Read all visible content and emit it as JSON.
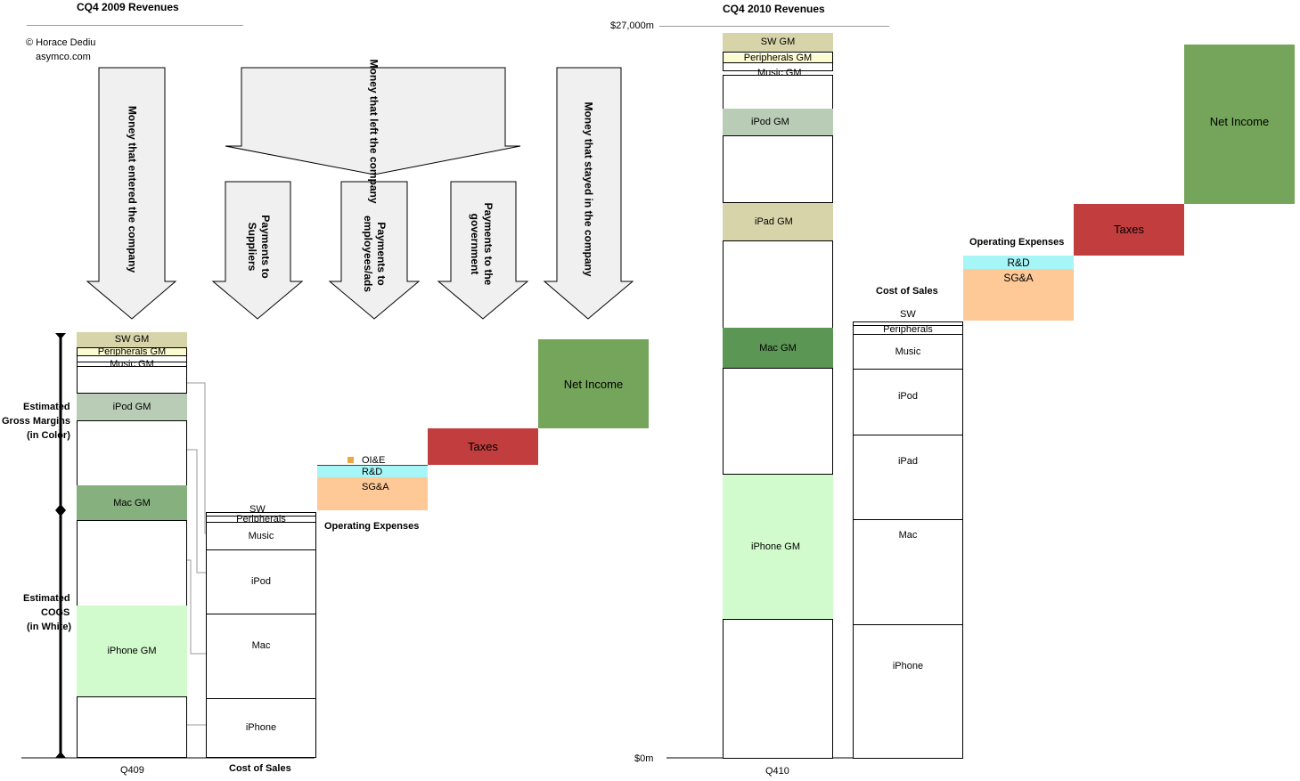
{
  "left": {
    "title": "CQ4 2009 Revenues",
    "copyright": "© Horace Dediu",
    "site": "asymco.com",
    "x_label": "Q409",
    "cost_label": "Cost of Sales",
    "arrows": {
      "entered": "Money that entered the company",
      "left_company": "Money that left the company",
      "suppliers": "Payments to Suppliers",
      "employees": "Payments to employees/ads",
      "government": "Payments to the government",
      "stayed": "Money that stayed in the company"
    },
    "bracket": {
      "gm_1": "Estimated",
      "gm_2": "Gross Margins",
      "gm_3": "(in Color)",
      "cogs_1": "Estimated",
      "cogs_2": "COGS",
      "cogs_3": "(in White)"
    },
    "revenue_segments": {
      "sw_gm": "SW GM",
      "peripherals_gm": "Peripherals GM",
      "music_gm": "Music GM",
      "ipod_gm": "iPod GM",
      "mac_gm": "Mac GM",
      "iphone_gm": "iPhone GM"
    },
    "cost_segments": {
      "sw": "SW",
      "peripherals": "Peripherals",
      "music": "Music",
      "ipod": "iPod",
      "mac": "Mac",
      "iphone": "iPhone"
    },
    "opex": {
      "header": "Operating Expenses",
      "oie": "OI&E",
      "rnd": "R&D",
      "sga": "SG&A"
    },
    "taxes": "Taxes",
    "net_income": "Net Income"
  },
  "right": {
    "title": "CQ4 2010 Revenues",
    "y_top": "$27,000m",
    "y_bottom": "$0m",
    "x_label": "Q410",
    "cost_header": "Cost of Sales",
    "revenue_segments": {
      "sw_gm": "SW GM",
      "peripherals_gm": "Peripherals GM",
      "music_gm": "Music GM",
      "ipod_gm": "iPod GM",
      "ipad_gm": "iPad GM",
      "mac_gm": "Mac GM",
      "iphone_gm": "iPhone GM"
    },
    "cost_segments": {
      "sw": "SW",
      "peripherals": "Peripherals",
      "music": "Music",
      "ipod": "iPod",
      "ipad": "iPad",
      "mac": "Mac",
      "iphone": "iPhone"
    },
    "opex": {
      "header": "Operating Expenses",
      "rnd": "R&D",
      "sga": "SG&A"
    },
    "taxes": "Taxes",
    "net_income": "Net Income"
  },
  "colors": {
    "sw_gm": "#d6d4a8",
    "peripherals_gm": "#fbfbd0",
    "ipod_gm": "#b8ccb6",
    "ipad_gm": "#d8d4aa",
    "mac_gm_2009": "#86b07e",
    "mac_gm_2010": "#5b9654",
    "iphone_gm": "#d1fbcc",
    "rnd": "#a6f6f8",
    "sga": "#fec897",
    "oie": "#f0a640",
    "taxes": "#c23e3e",
    "net_income": "#75a55a",
    "arrow_fill": "#f0f0f0"
  }
}
